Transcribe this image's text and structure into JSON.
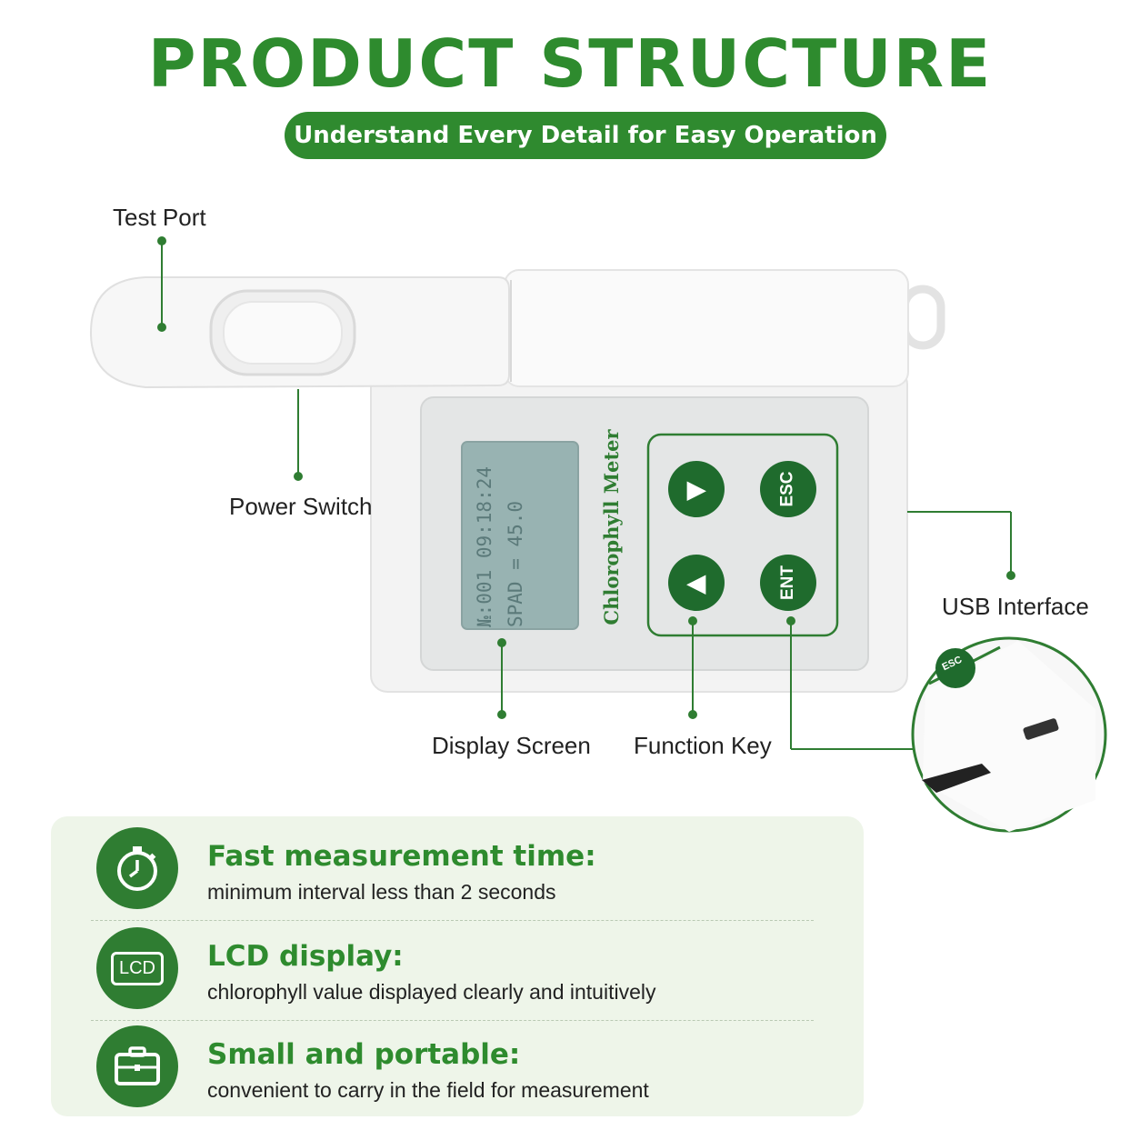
{
  "title": "PRODUCT STRUCTURE",
  "subtitle": "Understand Every Detail for Easy Operation",
  "callouts": {
    "test_port": "Test Port",
    "power_switch": "Power Switch",
    "usb_interface": "USB Interface",
    "display_screen": "Display Screen",
    "function_key": "Function Key"
  },
  "device": {
    "brand_label": "Chlorophyll Meter",
    "lcd_line1": "№:001 09:18:24",
    "lcd_line2": "SPAD = 45.0",
    "keys": {
      "esc": "ESC",
      "ent": "ENT",
      "right": "▶",
      "left": "◀"
    },
    "inset_key": "ESC"
  },
  "features": [
    {
      "title": "Fast measurement time:",
      "desc": "minimum interval less than 2 seconds",
      "icon": "stopwatch-icon"
    },
    {
      "title": "LCD display:",
      "desc": "chlorophyll value displayed clearly and intuitively",
      "icon": "lcd-icon",
      "icon_text": "LCD"
    },
    {
      "title": "Small and portable:",
      "desc": "convenient to carry in the field for measurement",
      "icon": "briefcase-icon"
    }
  ],
  "colors": {
    "brand_green": "#2e8b2e",
    "dark_green": "#1f6b2d",
    "panel": "#eef5e9"
  }
}
